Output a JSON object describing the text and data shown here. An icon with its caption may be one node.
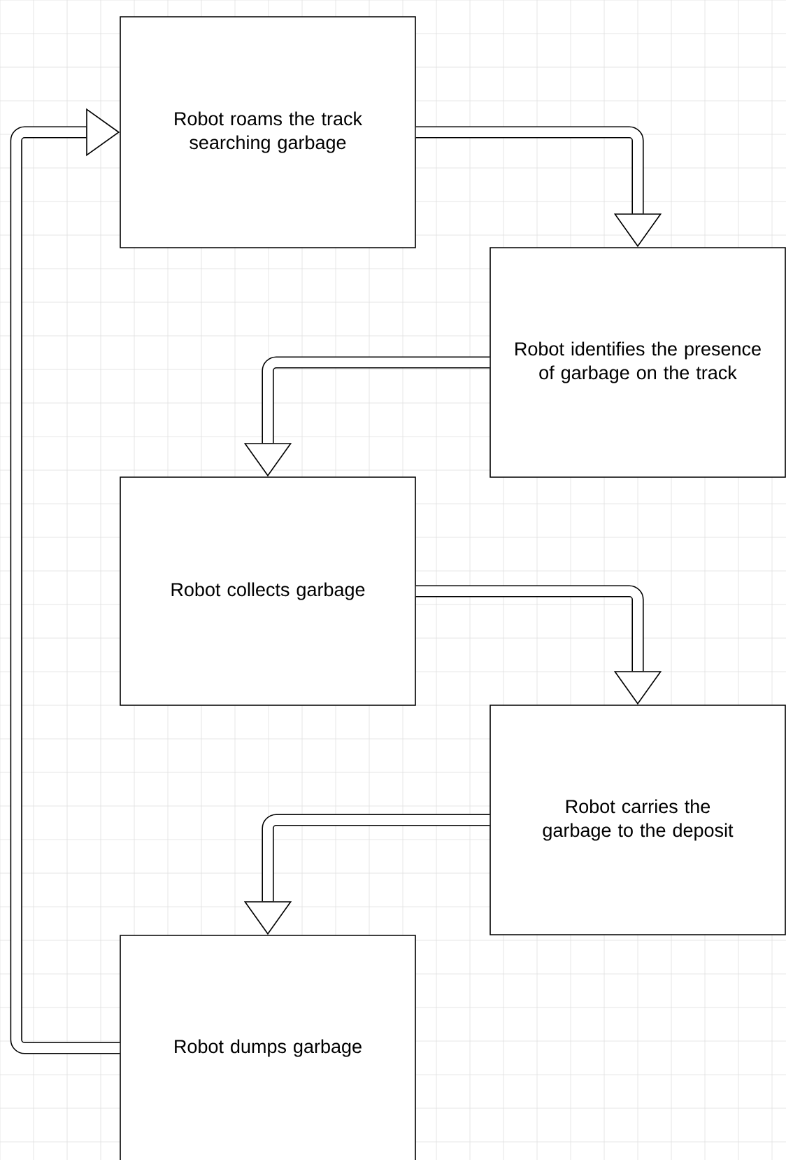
{
  "diagram": {
    "nodes": [
      {
        "text": [
          "Robot roams the track searching garbage"
        ]
      },
      {
        "text": [
          "Robot identifies the presence of garbage on the track"
        ]
      },
      {
        "text": [
          "Robot collects garbage"
        ]
      },
      {
        "text": [
          "Robot carries the garbage to the deposit"
        ]
      },
      {
        "text": [
          "Robot dumps garbage"
        ]
      }
    ],
    "edges": [
      {
        "from": 0,
        "to": 1,
        "arrow": "to"
      },
      {
        "from": 1,
        "to": 2,
        "arrow": "to"
      },
      {
        "from": 2,
        "to": 3,
        "arrow": "to"
      },
      {
        "from": 3,
        "to": 4,
        "arrow": "to"
      },
      {
        "from": 4,
        "to": 0,
        "arrow": "to"
      }
    ]
  }
}
